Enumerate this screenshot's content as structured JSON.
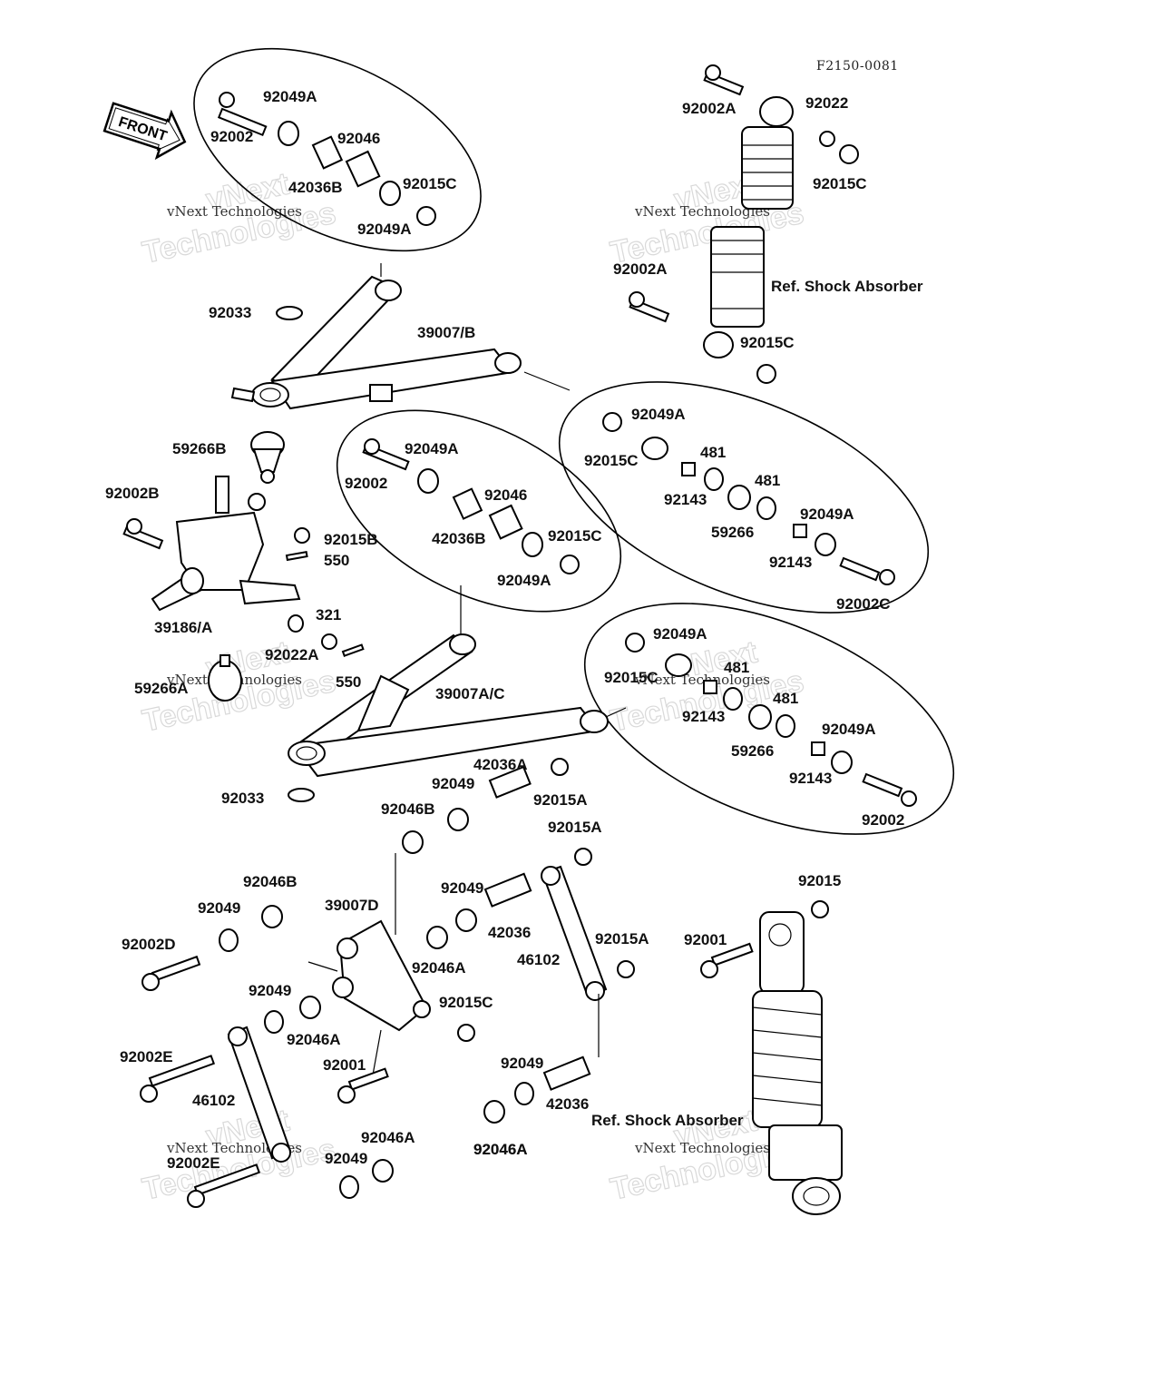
{
  "diagram": {
    "ref_code": "F2150-0081",
    "front_label": "FRONT",
    "watermark_small": "vNext Technologies",
    "watermark_large": "Technologies",
    "watermark_top": "vNext",
    "part_labels": [
      "92049A",
      "92002",
      "92046",
      "42036B",
      "92015C",
      "92049A",
      "92002A",
      "92022",
      "92015C",
      "92002A",
      "Ref. Shock Absorber",
      "92015C",
      "92033",
      "39007/B",
      "92049A",
      "92015C",
      "481",
      "92143",
      "481",
      "59266",
      "92049A",
      "92143",
      "92002C",
      "59266B",
      "92002",
      "92049A",
      "92046",
      "42036B",
      "92015C",
      "92049A",
      "92002B",
      "92015B",
      "550",
      "39186/A",
      "321",
      "92022A",
      "550",
      "59266A",
      "39007A/C",
      "92049A",
      "92015C",
      "481",
      "92143",
      "481",
      "59266",
      "92049A",
      "92143",
      "92002",
      "42036A",
      "92049",
      "92015A",
      "92046B",
      "92033",
      "92015A",
      "92049",
      "92046B",
      "39007D",
      "92046A",
      "42036",
      "46102",
      "92015A",
      "92015",
      "92001",
      "92002D",
      "92049",
      "92049",
      "92046A",
      "92015C",
      "92001",
      "92002E",
      "46102",
      "92049",
      "92046A",
      "42036",
      "Ref. Shock Absorber",
      "92046A",
      "92002E",
      "92049",
      "92046A"
    ]
  }
}
